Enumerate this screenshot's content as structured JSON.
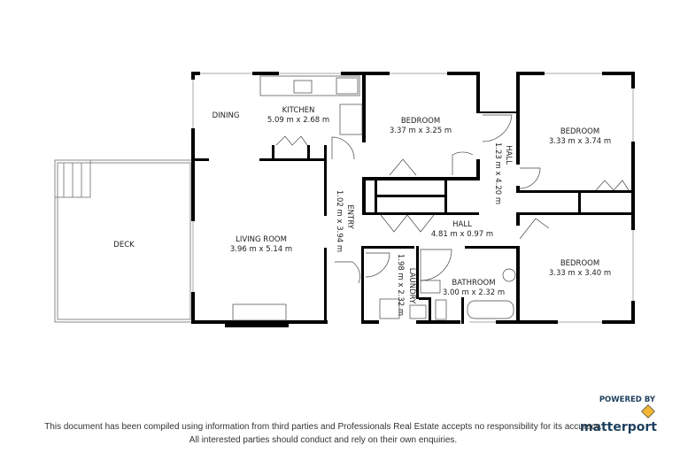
{
  "rooms": {
    "dining": {
      "name": "DINING"
    },
    "kitchen": {
      "name": "KITCHEN",
      "size": "5.09 m x 2.68 m"
    },
    "bedroom1": {
      "name": "BEDROOM",
      "size": "3.37 m x 3.25 m"
    },
    "bedroom2": {
      "name": "BEDROOM",
      "size": "3.33 m x 3.74 m"
    },
    "hall_vertical": {
      "name": "HALL",
      "size": "1.23 m x 4.20 m"
    },
    "entry": {
      "name": "ENTRY",
      "size": "1.02 m x 3.94 m"
    },
    "hall": {
      "name": "HALL",
      "size": "4.81 m x 0.97 m"
    },
    "living": {
      "name": "LIVING ROOM",
      "size": "3.96 m x 5.14 m"
    },
    "laundry": {
      "name": "LAUNDRY",
      "size": "1.98 m x 2.32 m"
    },
    "bathroom": {
      "name": "BATHROOM",
      "size": "3.00 m x 2.32 m"
    },
    "bedroom3": {
      "name": "BEDROOM",
      "size": "3.33 m x 3.40 m"
    },
    "deck": {
      "name": "DECK"
    }
  },
  "branding": {
    "powered_by": "POWERED BY",
    "logo_text": "matterport",
    "logo_icon": "matterport-cube-icon",
    "brand_color": "#1d3f5e",
    "accent": "#f2b632"
  },
  "disclaimer": {
    "line1": "This document has been compiled using information from third parties and Professionals Real Estate accepts no responsibility for its accuracy.",
    "line2": "All interested parties should conduct and rely on their own enquiries."
  }
}
